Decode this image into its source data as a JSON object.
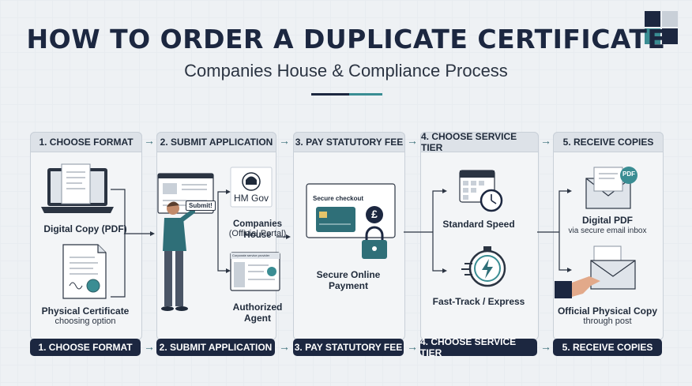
{
  "title": "HOW TO ORDER A DUPLICATE CERTIFICATE",
  "subtitle": "Companies House & Compliance Process",
  "steps": [
    {
      "header": "1. CHOOSE FORMAT",
      "footer": "1. CHOOSE FORMAT"
    },
    {
      "header": "2. SUBMIT APPLICATION",
      "footer": "2. SUBMIT APPLICATION"
    },
    {
      "header": "3. PAY STATUTORY FEE",
      "footer": "3. PAY STATUTORY FEE"
    },
    {
      "header": "4. CHOOSE SERVICE TIER",
      "footer": "4. CHOOSE SERVICE TIER"
    },
    {
      "header": "5. RECEIVE COPIES",
      "footer": "5. RECEIVE COPIES"
    }
  ],
  "format": {
    "digital_label": "Digital Copy (PDF)",
    "physical_label": "Physical Certificate",
    "physical_sub": "choosing option"
  },
  "application": {
    "submit_button": "Submit!",
    "hmgov_text": "HM Gov",
    "companies_house_label": "Companies House",
    "companies_house_sub": "(Official Portal)",
    "agent_label_1": "Authorized",
    "agent_label_2": "Agent",
    "agent_screen_title": "Corporate service provider"
  },
  "payment": {
    "checkout_title": "Secure checkout",
    "currency_symbol": "£",
    "label_1": "Secure Online",
    "label_2": "Payment"
  },
  "tier": {
    "standard_label": "Standard Speed",
    "express_label": "Fast-Track / Express"
  },
  "receive": {
    "pdf_badge": "PDF",
    "digital_label": "Digital PDF",
    "digital_sub": "via secure email inbox",
    "physical_label": "Official Physical Copy",
    "physical_sub": "through post"
  },
  "colors": {
    "navy": "#1c2740",
    "teal": "#3a8d93",
    "accent_dark": "#2f5f66"
  }
}
